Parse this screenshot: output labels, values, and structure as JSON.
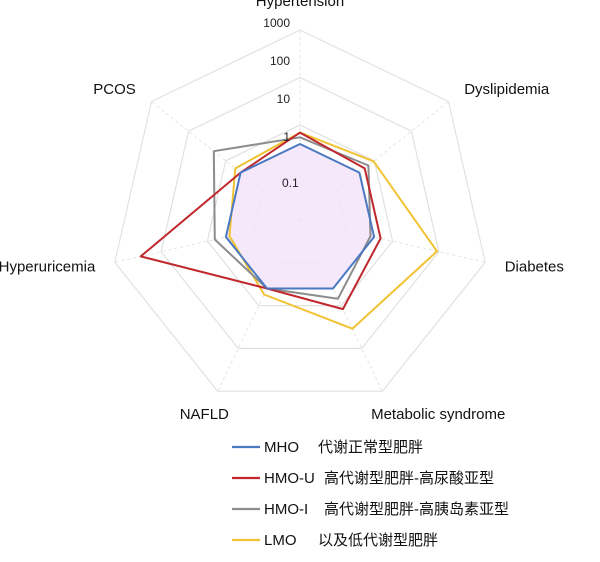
{
  "chart_data": {
    "type": "radar",
    "scale": "log",
    "rlim": [
      0.01,
      1000
    ],
    "grid": true,
    "axes": [
      "Hypertension",
      "Dyslipidemia",
      "Diabetes",
      "Metabolic syndrome",
      "NAFLD",
      "Hyperuricemia",
      "PCOS"
    ],
    "ticks": [
      {
        "value": 1000,
        "label": "1000"
      },
      {
        "value": 100,
        "label": "100"
      },
      {
        "value": 10,
        "label": "10"
      },
      {
        "value": 1,
        "label": "1"
      },
      {
        "value": 0.1,
        "label": "0.1"
      }
    ],
    "legend_placement": "bottom",
    "series": [
      {
        "name": "MHO",
        "desc": "代谢正常型肥胖",
        "color": "#4a78c1",
        "values": [
          1,
          1,
          1,
          1,
          1,
          1,
          1
        ]
      },
      {
        "name": "HMO-U",
        "desc": "高代谢型肥胖-高尿酸亚型",
        "color": "#c0282e",
        "values": [
          2,
          1.5,
          1.5,
          4,
          1,
          200,
          1
        ]
      },
      {
        "name": "HMO-I",
        "desc": "高代谢型肥胖-高胰岛素亚型",
        "color": "#8c8c8c",
        "values": [
          1.5,
          2,
          0.8,
          2,
          1,
          2,
          8
        ]
      },
      {
        "name": "LMO",
        "desc": "以及低代谢型肥胖",
        "color": "#f1c232",
        "values": [
          2,
          3,
          50,
          15,
          1.5,
          0.8,
          1.5
        ]
      }
    ]
  }
}
